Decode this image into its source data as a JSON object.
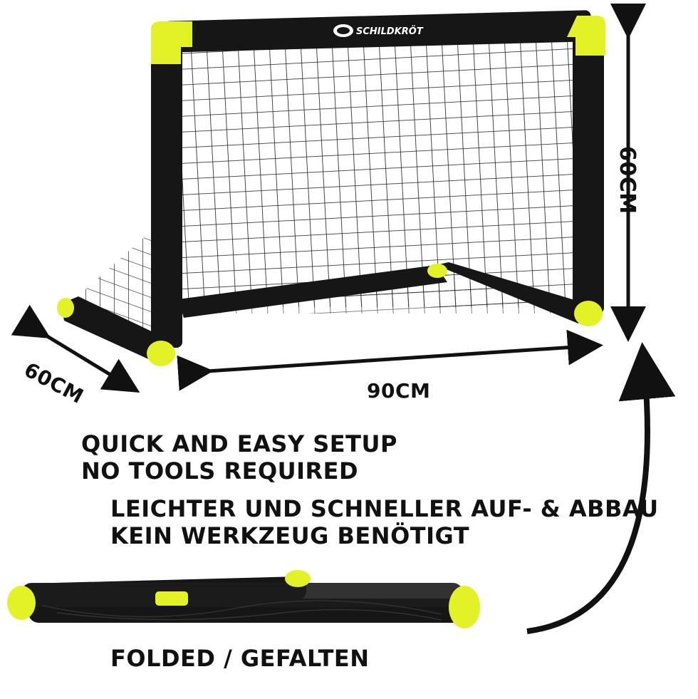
{
  "product": {
    "brand": "SCHILDKRÖT"
  },
  "dimensions": {
    "width": "90CM",
    "height": "60CM",
    "depth": "60CM"
  },
  "features": {
    "en_line1": "QUICK AND EASY SETUP",
    "en_line2": "NO TOOLS REQUIRED",
    "de_line1": "LEICHTER UND SCHNELLER AUF- & ABBAU",
    "de_line2": "KEIN WERKZEUG BENÖTIGT"
  },
  "folded_label": "FOLDED / GEFALTEN",
  "colors": {
    "frame": "#161616",
    "accent": "#e3f227",
    "net": "#1a1a1a",
    "text": "#111111"
  }
}
